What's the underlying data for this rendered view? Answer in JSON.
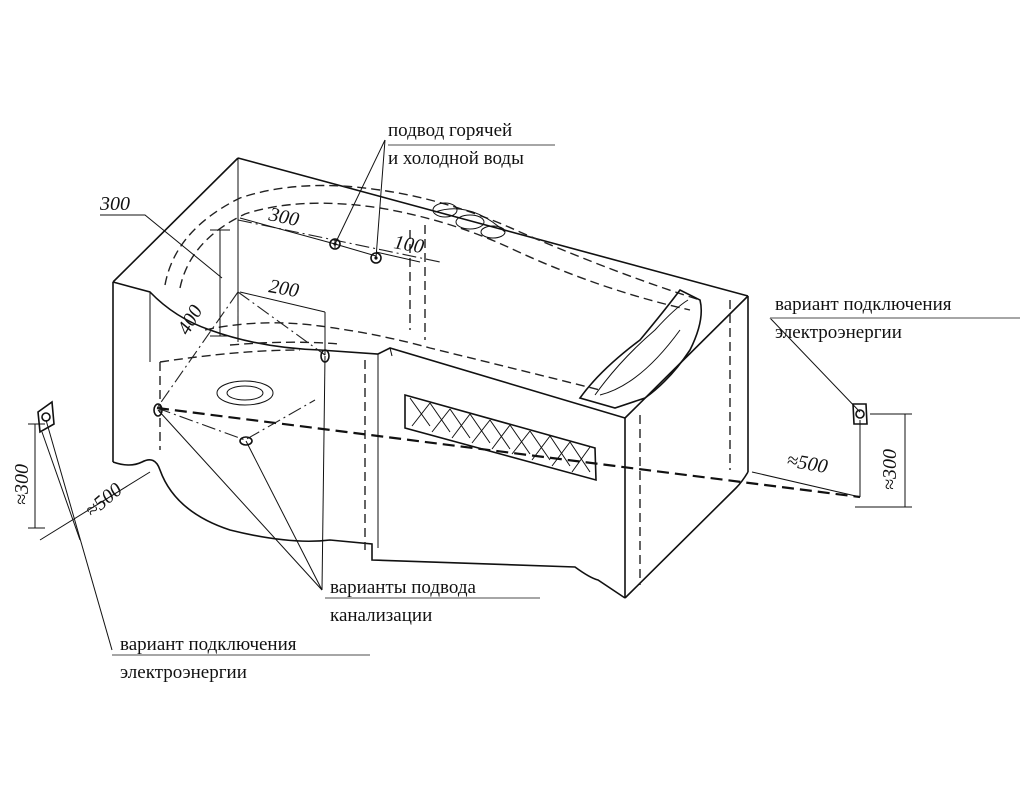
{
  "labels": {
    "water_line1": "подвод горячей",
    "water_line2": "и холодной воды",
    "power_right_line1": "вариант подключения",
    "power_right_line2": "электроэнергии",
    "drain_line1": "варианты подвода",
    "drain_line2": "канализации",
    "power_left_line1": "вариант подключения",
    "power_left_line2": "электроэнергии"
  },
  "dimensions": {
    "d300_top": "300",
    "d300_mid": "300",
    "d100": "100",
    "d200": "200",
    "d400": "400",
    "d500_left": "≈500",
    "d300_left": "≈300",
    "d500_right": "≈500",
    "d300_right": "≈300"
  }
}
